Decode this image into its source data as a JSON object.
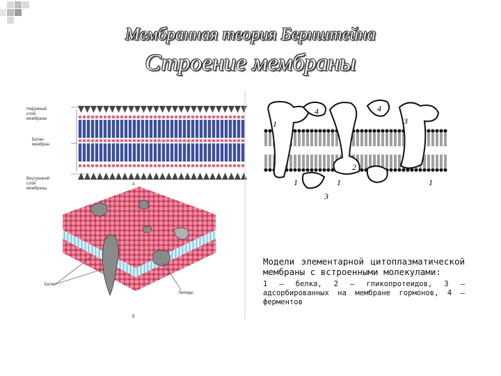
{
  "slide": {
    "title": "Мембранная теория Бернштейна",
    "subtitle": "Строение мембраны"
  },
  "left_figure": {
    "label_outer": "Наружный слой мембраны",
    "label_proteins": "Белки мембран",
    "label_inner": "Внутренний слой мембраны",
    "label_a": "А",
    "label_proteins_bottom": "Белки",
    "label_lipids": "Липиды",
    "label_b": "Б"
  },
  "right_figure": {
    "markers": [
      "4",
      "4",
      "1",
      "3",
      "1",
      "1",
      "2",
      "3",
      "1"
    ],
    "caption_main": "Модели элементарной цитоплазматической мембраны с встроенными молекулами:",
    "caption_legend": "1 — белка, 2 — гликопротеидов, 3 — адсорбированных на мембране гормонов, 4 — ферментов"
  },
  "colors": {
    "title_fill": "#f2f2f2",
    "membrane_pink": "#e0627e",
    "protein_blue": "#3d4f9a",
    "lipid_tail_blue": "#8fd0e8",
    "protein_grey": "#8a8a8a"
  }
}
